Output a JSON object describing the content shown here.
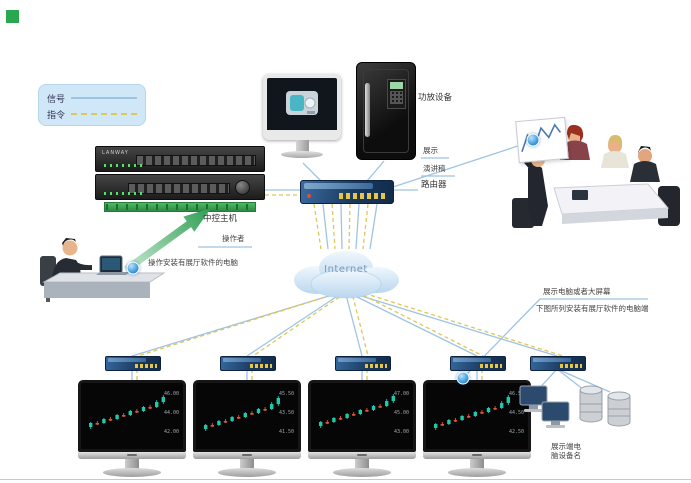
{
  "colors": {
    "signal_line": "#9fc4e2",
    "command_line": "#dcc75a",
    "candle_up": "#1fc8a8",
    "candle_down": "#e05538",
    "presentation_line": "#4a7ab0",
    "accent_green": "#2f9e54",
    "connector_blue": "#3f9ede"
  },
  "legend": {
    "items": [
      {
        "label": "信号",
        "style": "solid"
      },
      {
        "label": "指令",
        "style": "dashed"
      }
    ]
  },
  "labels": {
    "central_host": "中控主机",
    "rack_brand": "LANWAY",
    "amplifier": "功放设备",
    "router": "路由器",
    "display": "展示",
    "speech": "演讲稿",
    "internet": "Internet",
    "operator": "操作者",
    "operator_note": "操作安装有展厅软件的电脑",
    "display_screen": "展示电脑或者大屏幕",
    "display_note": "下图所列安装有展厅软件的电脑端",
    "terminal_note": "展示端电\n脑设备名"
  },
  "chart_data": {
    "type": "candlestick-multi",
    "monitors": [
      {
        "candles": [
          [
            20,
            24,
            32,
            34
          ],
          [
            28,
            32,
            30,
            36
          ],
          [
            30,
            32,
            40,
            42
          ],
          [
            36,
            40,
            38,
            44
          ],
          [
            38,
            40,
            48,
            50
          ],
          [
            44,
            48,
            46,
            52
          ],
          [
            46,
            48,
            56,
            58
          ],
          [
            52,
            56,
            54,
            60
          ],
          [
            54,
            56,
            64,
            66
          ],
          [
            60,
            64,
            62,
            68
          ],
          [
            62,
            64,
            74,
            78
          ],
          [
            70,
            74,
            84,
            88
          ]
        ],
        "axis": [
          "46.00",
          "44.00",
          "42.00"
        ]
      },
      {
        "candles": [
          [
            16,
            20,
            28,
            30
          ],
          [
            24,
            28,
            26,
            32
          ],
          [
            26,
            28,
            36,
            38
          ],
          [
            32,
            36,
            34,
            40
          ],
          [
            34,
            36,
            44,
            46
          ],
          [
            40,
            44,
            42,
            48
          ],
          [
            42,
            44,
            52,
            54
          ],
          [
            48,
            52,
            50,
            56
          ],
          [
            50,
            52,
            60,
            62
          ],
          [
            56,
            60,
            58,
            64
          ],
          [
            58,
            60,
            70,
            74
          ],
          [
            66,
            70,
            82,
            86
          ]
        ],
        "axis": [
          "45.50",
          "43.50",
          "41.50"
        ]
      },
      {
        "candles": [
          [
            22,
            26,
            34,
            36
          ],
          [
            30,
            34,
            32,
            38
          ],
          [
            32,
            34,
            42,
            44
          ],
          [
            38,
            42,
            40,
            46
          ],
          [
            40,
            42,
            50,
            52
          ],
          [
            46,
            50,
            48,
            54
          ],
          [
            48,
            50,
            58,
            60
          ],
          [
            54,
            58,
            56,
            62
          ],
          [
            56,
            58,
            66,
            68
          ],
          [
            62,
            66,
            64,
            70
          ],
          [
            64,
            66,
            76,
            80
          ],
          [
            72,
            76,
            86,
            90
          ]
        ],
        "axis": [
          "47.00",
          "45.00",
          "43.00"
        ]
      },
      {
        "candles": [
          [
            18,
            22,
            30,
            32
          ],
          [
            26,
            30,
            28,
            34
          ],
          [
            28,
            30,
            38,
            40
          ],
          [
            34,
            38,
            36,
            42
          ],
          [
            36,
            38,
            46,
            48
          ],
          [
            42,
            46,
            44,
            50
          ],
          [
            44,
            46,
            54,
            56
          ],
          [
            50,
            54,
            52,
            58
          ],
          [
            52,
            54,
            62,
            64
          ],
          [
            58,
            62,
            60,
            66
          ],
          [
            60,
            62,
            72,
            76
          ],
          [
            68,
            72,
            84,
            88
          ]
        ],
        "axis": [
          "46.50",
          "44.50",
          "42.50"
        ]
      }
    ],
    "presentation": {
      "type": "line",
      "points": [
        [
          3,
          30
        ],
        [
          10,
          14
        ],
        [
          17,
          24
        ],
        [
          24,
          8
        ],
        [
          31,
          18
        ],
        [
          38,
          6
        ],
        [
          43,
          14
        ]
      ]
    }
  }
}
